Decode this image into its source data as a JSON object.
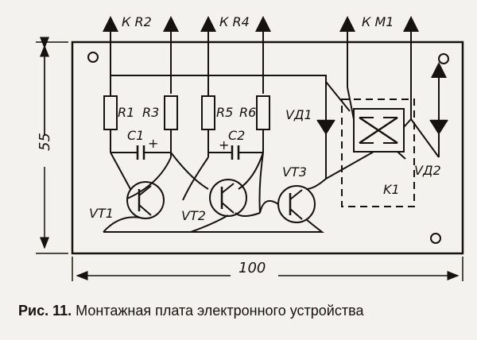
{
  "labels": {
    "k_r2": "К R2",
    "k_r4": "К R4",
    "k_m1": "К М1",
    "r1": "R1",
    "r3": "R3",
    "r5": "R5",
    "r6": "R6",
    "c1": "C1",
    "c2": "C2",
    "plus": "+",
    "vd1": "VД1",
    "vd2": "VД2",
    "vt1": "VT1",
    "vt2": "VT2",
    "vt3": "VT3",
    "k1": "K1",
    "height": "55",
    "width": "100"
  },
  "caption": {
    "number": "Рис. 11.",
    "text": "Монтажная плата электронного устройства"
  },
  "colors": {
    "ink": "#16120f",
    "paper": "#f4f2ee"
  }
}
